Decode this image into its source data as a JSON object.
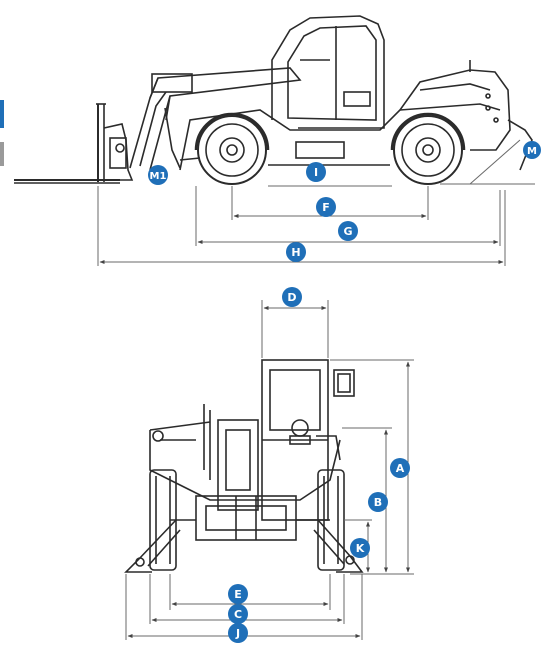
{
  "colors": {
    "line": "#2b2b2b",
    "dim": "#6a6a6a",
    "badge": "#1f6fb8",
    "badge_text": "#ffffff"
  },
  "side_view": {
    "labels": {
      "m1": "M1",
      "m": "M",
      "i": "I",
      "f": "F",
      "g": "G",
      "h": "H"
    }
  },
  "front_view": {
    "labels": {
      "d": "D",
      "a": "A",
      "b": "B",
      "k": "K",
      "e": "E",
      "c": "C",
      "j": "J"
    }
  }
}
